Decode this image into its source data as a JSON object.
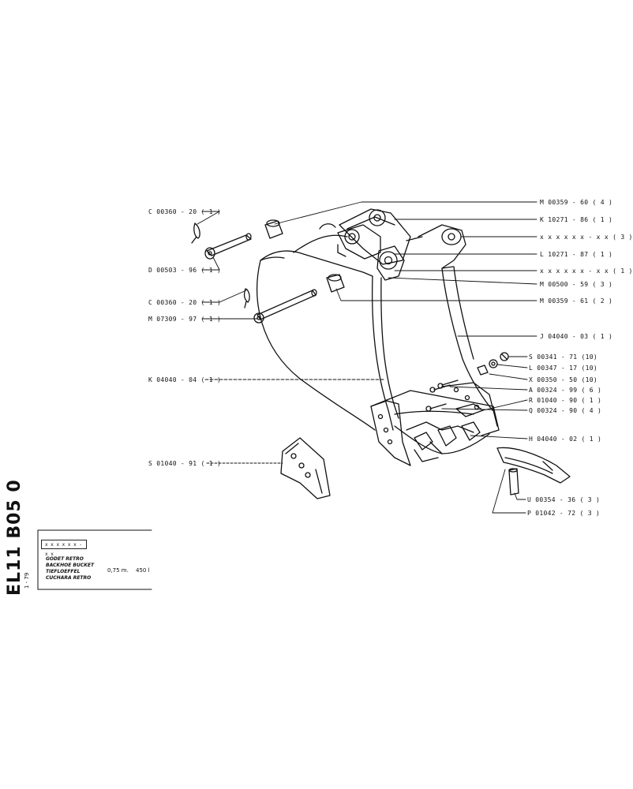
{
  "labels": {
    "c00360_top": "C 00360 - 20 ( 1 )",
    "d00503": "D 00503 - 96 ( 1 )",
    "c00360_mid": "C 00360 - 20 ( 1 )",
    "m07309": "M 07309 - 97 ( 1 )",
    "k04040": "K 04040 - 04 ( 1 )",
    "s01040": "S 01040 - 91 ( 1 )",
    "m00359_60": "M 00359 - 60 ( 4 )",
    "k10271": "K 10271 - 86 ( 1 )",
    "xxxxxx_3": "x x x x x x - x x ( 3 )",
    "l10271": "L  10271 - 87 ( 1 )",
    "xxxxxx_1": "x x x x x x - x x ( 1 )",
    "m00500": "M 00500 - 59 ( 3 )",
    "m00359_61": "M 00359 - 61 ( 2 )",
    "j04040": "J 04040 - 03 ( 1 )",
    "s00341": "S 00341 - 71 (10)",
    "l00347": "L 00347 - 17 (10)",
    "x00350": "X 00350 - 50 (10)",
    "a00324": "A 00324 - 99 ( 6 )",
    "r01040": "R 01040 - 90 ( 1 )",
    "q00324": "Q 00324 - 90 ( 4 )",
    "h04040": "H 04040 - 02 ( 1 )",
    "u00354": "U 00354 - 36 ( 3 )",
    "p01042": "P 01042 - 72 ( 3 )"
  },
  "title_block": {
    "doc_id": "EL11 B05 0",
    "date": "1 - 79",
    "ref_box": "x x x x x x - x x",
    "titles": [
      "GODET RETRO",
      "BACKHOE BUCKET",
      "TIEFLOEFFEL",
      "CUCHARA RETRO"
    ],
    "capacity": "0,75 m.",
    "width": "450 l"
  }
}
